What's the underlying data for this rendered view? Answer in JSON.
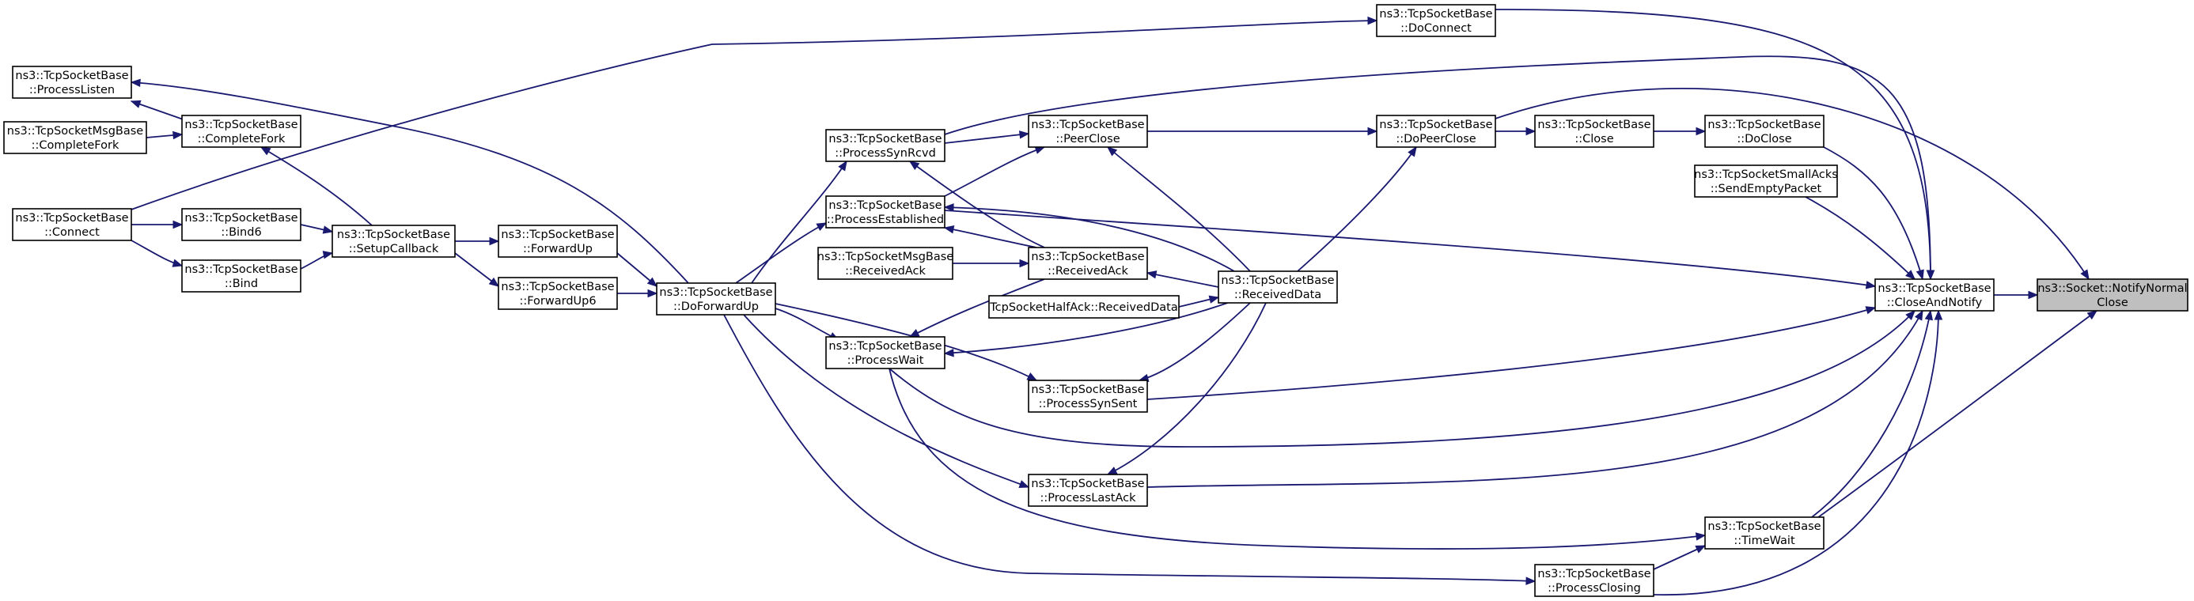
{
  "colors": {
    "edge": "#191970",
    "root_fill": "#bfbfbf",
    "node_fill": "#ffffff",
    "border": "#000000"
  },
  "nodes": {
    "notify": [
      "ns3::Socket::NotifyNormal",
      "Close"
    ],
    "closeAndNotify": [
      "ns3::TcpSocketBase",
      "::CloseAndNotify"
    ],
    "doConnect": [
      "ns3::TcpSocketBase",
      "::DoConnect"
    ],
    "processSynRcvd": [
      "ns3::TcpSocketBase",
      "::ProcessSynRcvd"
    ],
    "doPeerClose": [
      "ns3::TcpSocketBase",
      "::DoPeerClose"
    ],
    "doClose": [
      "ns3::TcpSocketBase",
      "::DoClose"
    ],
    "sendEmptyPacket": [
      "ns3::TcpSocketSmallAcks",
      "::SendEmptyPacket"
    ],
    "processEstab": [
      "ns3::TcpSocketBase",
      "::ProcessEstablished"
    ],
    "processWait": [
      "ns3::TcpSocketBase",
      "::ProcessWait"
    ],
    "processSynSent": [
      "ns3::TcpSocketBase",
      "::ProcessSynSent"
    ],
    "processLastAck": [
      "ns3::TcpSocketBase",
      "::ProcessLastAck"
    ],
    "timeWait": [
      "ns3::TcpSocketBase",
      "::TimeWait"
    ],
    "processClosing": [
      "ns3::TcpSocketBase",
      "::ProcessClosing"
    ],
    "close": [
      "ns3::TcpSocketBase",
      "::Close"
    ],
    "peerClose": [
      "ns3::TcpSocketBase",
      "::PeerClose"
    ],
    "receivedData": [
      "ns3::TcpSocketBase",
      "::ReceivedData"
    ],
    "receivedAck": [
      "ns3::TcpSocketBase",
      "::ReceivedAck"
    ],
    "halfAck": [
      "TcpSocketHalfAck::ReceivedData"
    ],
    "msgReceivedAck": [
      "ns3::TcpSocketMsgBase",
      "::ReceivedAck"
    ],
    "doForwardUp": [
      "ns3::TcpSocketBase",
      "::DoForwardUp"
    ],
    "forwardUp": [
      "ns3::TcpSocketBase",
      "::ForwardUp"
    ],
    "forwardUp6": [
      "ns3::TcpSocketBase",
      "::ForwardUp6"
    ],
    "setupCallback": [
      "ns3::TcpSocketBase",
      "::SetupCallback"
    ],
    "completeFork": [
      "ns3::TcpSocketBase",
      "::CompleteFork"
    ],
    "bind6": [
      "ns3::TcpSocketBase",
      "::Bind6"
    ],
    "bind": [
      "ns3::TcpSocketBase",
      "::Bind"
    ],
    "processListen": [
      "ns3::TcpSocketBase",
      "::ProcessListen"
    ],
    "msgCompleteFork": [
      "ns3::TcpSocketMsgBase",
      "::CompleteFork"
    ],
    "connect": [
      "ns3::TcpSocketBase",
      "::Connect"
    ]
  }
}
